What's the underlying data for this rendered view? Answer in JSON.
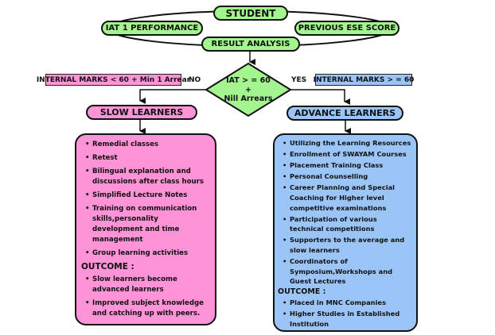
{
  "top": {
    "student": "STUDENT",
    "iat_performance": "IAT 1 PERFORMANCE",
    "previous_ese": "PREVIOUS ESE SCORE",
    "result_analysis": "RESULT ANALYSIS"
  },
  "decision": {
    "line1": "IAT > = 60",
    "line2": "+",
    "line3": "Nill Arrears",
    "no_label": "NO",
    "yes_label": "YES"
  },
  "slow": {
    "criteria": "INTERNAL MARKS < 60 + Min 1 Arrear",
    "title": "SLOW LEARNERS",
    "actions": [
      "Remedial classes",
      "Retest",
      "Bilingual explanation and discussions after class hours",
      "Simplified Lecture Notes",
      "Training on communication skills,personality development and time management",
      "Group learning activities"
    ],
    "outcome_label": "OUTCOME :",
    "outcomes": [
      "Slow learners become advanced learners",
      "Improved subject knowledge and catching up with peers."
    ]
  },
  "advance": {
    "criteria": "INTERNAL MARKS > = 60",
    "title": "ADVANCE LEARNERS",
    "actions": [
      "Utilizing the Learning Resources",
      "Enrollment of SWAYAM Courses",
      "Placement Training Class",
      "Personal Counselling",
      "Career Planning and Special Coaching for Higher level competitive examinations",
      "Participation of various technical competitions",
      "Supporters to the average and slow learners",
      "Coordinators of Symposium,Workshops and Guest Lectures"
    ],
    "outcome_label": "OUTCOME  :",
    "outcomes": [
      "Placed in MNC Companies",
      "Higher Studies in Established Institution"
    ]
  },
  "colors": {
    "green": "#a4f58f",
    "pink": "#ff93d8",
    "blue": "#9cc5f7"
  }
}
